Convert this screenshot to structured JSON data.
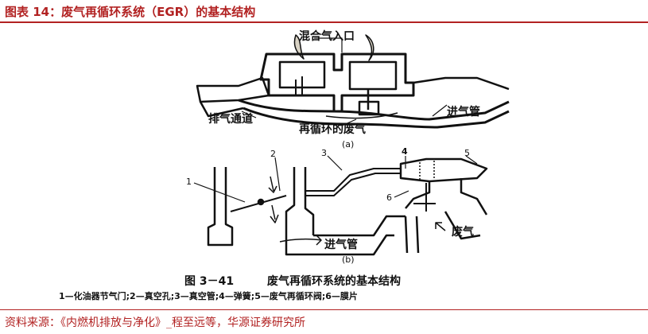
{
  "header": {
    "title": "图表 14：废气再循环系统（EGR）的基本结构"
  },
  "figure_a": {
    "label_mixture_inlet": "混合气入口",
    "label_exhaust_passage": "排气通道",
    "label_intake_pipe": "进气管",
    "label_recirculated_exhaust": "再循环的废气",
    "sub_label": "(a)"
  },
  "figure_b": {
    "num_1": "1",
    "num_2": "2",
    "num_3": "3",
    "num_4": "4",
    "num_5": "5",
    "num_6": "6",
    "label_intake_pipe": "进气管",
    "label_exhaust": "废气",
    "sub_label": "(b)"
  },
  "caption": {
    "figure_number": "图 3－41",
    "figure_title": "废气再循环系统的基本结构",
    "legend": "1—化油器节气门;2—真空孔;3—真空管;4—弹簧;5—废气再循环阀;6—膜片"
  },
  "footer": {
    "source": "资料来源：《内燃机排放与净化》_程至远等，华源证券研究所"
  }
}
